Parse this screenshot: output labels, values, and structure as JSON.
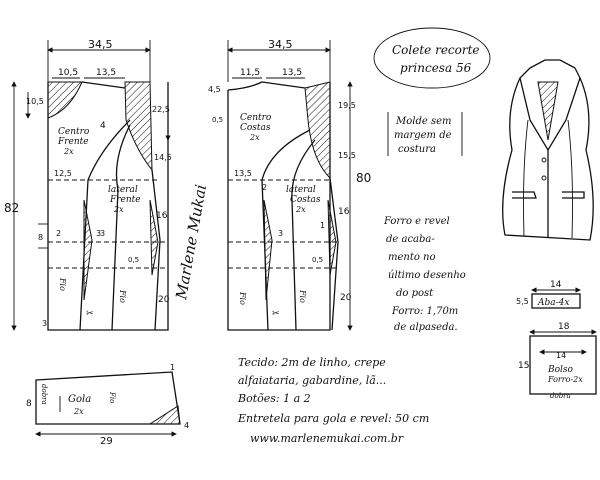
{
  "title": {
    "line1": "Colete recorte",
    "line2": "princesa",
    "number": "56"
  },
  "molde_note": [
    "Molde sem",
    "margem de",
    "costura"
  ],
  "forro_note": [
    "Forro e revel",
    "de acaba-",
    "mento no",
    "último desenho",
    "do post",
    "Forro: 1,70m",
    "de alpaseda."
  ],
  "signature": "Marlene Mukai",
  "fabric": {
    "line1": "Tecido: 2m  de linho, crepe",
    "line2": "alfaiataria, gabardine, lã...",
    "buttons": "Botões: 1 a 2",
    "interfacing": "Entretela para gola e revel: 50 cm",
    "website": "www.marlenemukai.com.br"
  },
  "front_piece": {
    "width": "34,5",
    "shoulder_left": "10,5",
    "shoulder_right": "13,5",
    "side_top": "22,5",
    "armhole_lower": "14,5",
    "length": "82",
    "neck_drop": "10,5",
    "chest_mark": "12,5",
    "dart_mark": "4",
    "center_label": "Centro",
    "center_label2": "Frente",
    "center_label3": "2x",
    "lateral_label": "lateral",
    "lateral_label2": "Frente",
    "lateral_label3": "2x",
    "side_16": "16",
    "side_20": "20",
    "hem_3": "3",
    "ease_05": "0,5",
    "small_2": "2",
    "small_3": "3",
    "small_8": "8",
    "fio": "Fio",
    "fio_left": "Fio",
    "button_1": "3"
  },
  "back_piece": {
    "width": "34,5",
    "shoulder_left": "11,5",
    "shoulder_right": "13,5",
    "neck_drop": "4,5",
    "side_top": "19,5",
    "armhole_lower": "15,5",
    "length": "80",
    "waist_mark": "13,5",
    "center_label": "Centro",
    "center_label2": "Costas",
    "center_label3": "2x",
    "lateral_label": "lateral",
    "lateral_label2": "Costas",
    "lateral_label3": "2x",
    "side_16": "16",
    "side_20": "20",
    "ease_05": "0,5",
    "ease_05b": "0,5",
    "small_2": "2",
    "small_1": "1",
    "small_3": "3",
    "fio": "Fio",
    "fio_left": "Fio"
  },
  "collar": {
    "label": "Gola",
    "count": "2x",
    "width": "29",
    "height": "8",
    "fold": "dobra",
    "fio": "Fio",
    "tip_1": "1",
    "tip_4": "4"
  },
  "flap": {
    "width": "14",
    "height": "5,5",
    "label": "Aba-4x"
  },
  "pocket": {
    "width": "18",
    "inner": "14",
    "height": "15",
    "label1": "Bolso",
    "label2": "Forro-2x",
    "fold": "dobra"
  }
}
